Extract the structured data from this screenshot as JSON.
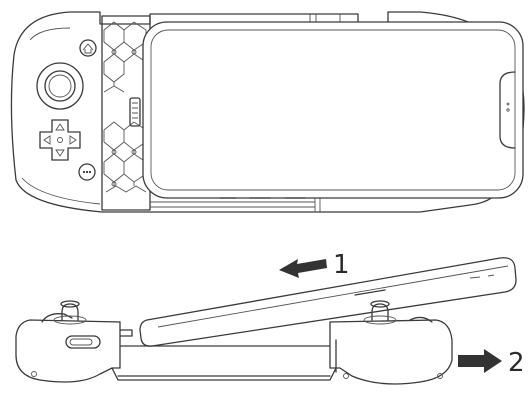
{
  "steps": {
    "step1": {
      "label": "1",
      "direction": "left",
      "color": "#333333"
    },
    "step2": {
      "label": "2",
      "direction": "right",
      "color": "#333333"
    }
  },
  "icons": {
    "home": "home-icon",
    "menu": "menu-dots-icon",
    "dpad": "dpad-icon",
    "joystick": "joystick-icon",
    "lightning": "lightning-connector-icon"
  }
}
